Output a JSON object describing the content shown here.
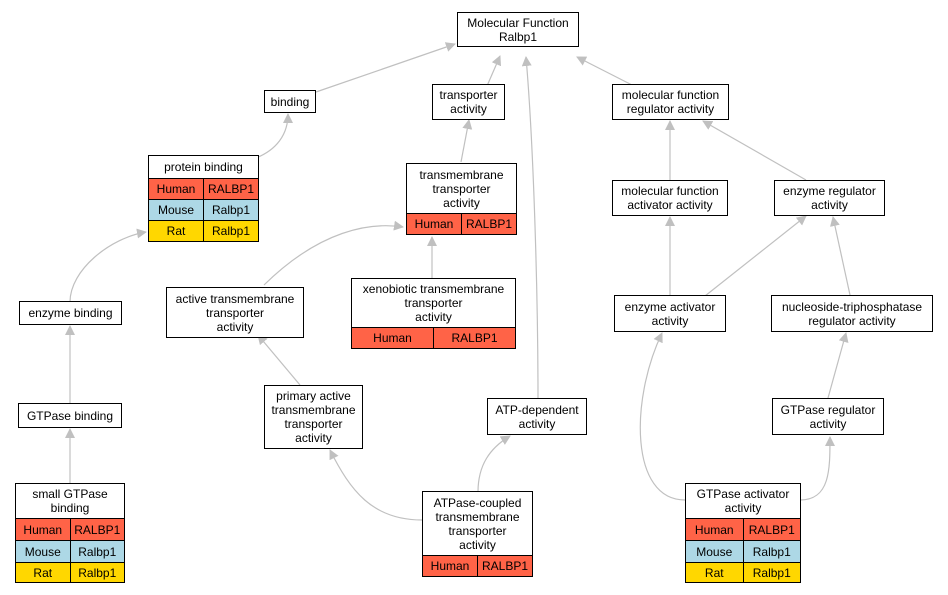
{
  "diagram": {
    "nodes": {
      "root": "Molecular Function\nRalbp1",
      "binding": "binding",
      "transporter_activity": "transporter\nactivity",
      "mf_regulator_activity": "molecular function\nregulator activity",
      "protein_binding": "protein binding",
      "tm_transporter_activity": "transmembrane\ntransporter\nactivity",
      "mf_activator_activity": "molecular function\nactivator activity",
      "enzyme_regulator_activity": "enzyme regulator\nactivity",
      "xenobiotic_tm_transporter": "xenobiotic transmembrane\ntransporter\nactivity",
      "enzyme_binding": "enzyme binding",
      "active_tm_transporter": "active transmembrane\ntransporter\nactivity",
      "enzyme_activator_activity": "enzyme activator\nactivity",
      "ntpase_regulator_activity": "nucleoside-triphosphatase\nregulator activity",
      "gtpase_binding": "GTPase binding",
      "primary_active_tm_transporter": "primary active\ntransmembrane\ntransporter\nactivity",
      "atp_dependent_activity": "ATP-dependent\nactivity",
      "gtpase_regulator_activity": "GTPase regulator\nactivity",
      "small_gtpase_binding": "small GTPase\nbinding",
      "atpase_coupled_tm_transporter": "ATPase-coupled\ntransmembrane\ntransporter\nactivity",
      "gtpase_activator_activity": "GTPase activator\nactivity"
    },
    "annotations": {
      "human": {
        "species": "Human",
        "gene": "RALBP1"
      },
      "mouse": {
        "species": "Mouse",
        "gene": "Ralbp1"
      },
      "rat": {
        "species": "Rat",
        "gene": "Ralbp1"
      }
    }
  },
  "colors": {
    "human": "#ff6347",
    "mouse": "#add8e6",
    "rat": "#ffd700",
    "edge": "#c0c0c0",
    "node_border": "#000000"
  }
}
